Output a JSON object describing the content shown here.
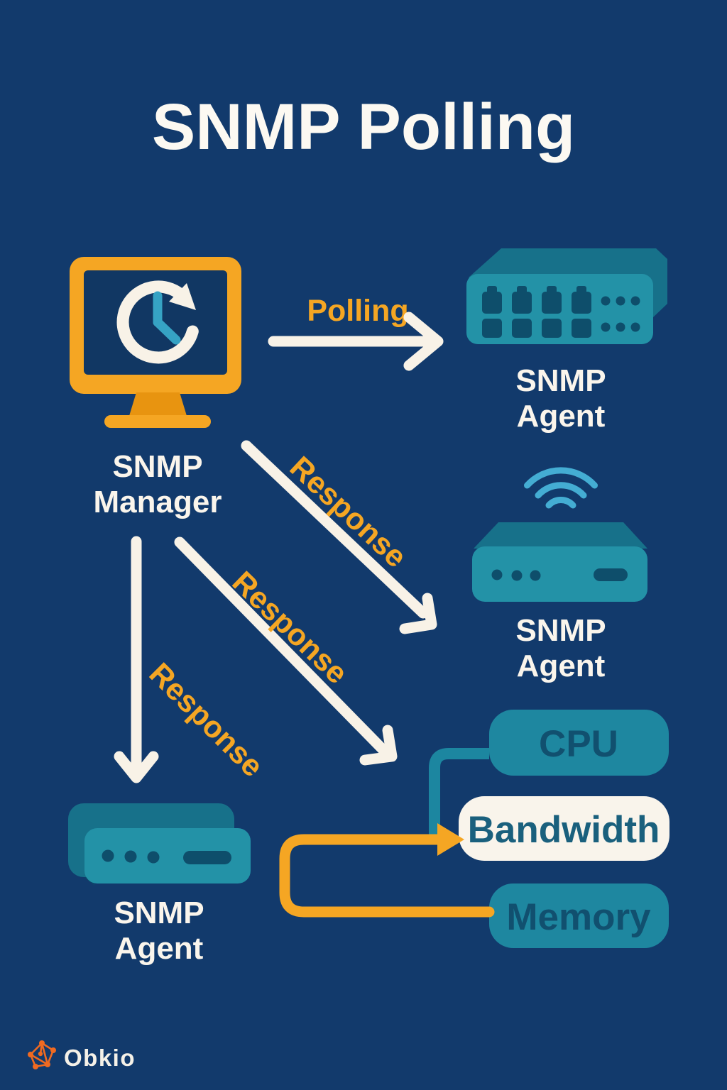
{
  "title": "SNMP Polling",
  "nodes": {
    "manager": {
      "label_line1": "SNMP",
      "label_line2": "Manager",
      "icon": "monitor-history-clock-icon"
    },
    "agent_top": {
      "label_line1": "SNMP",
      "label_line2": "Agent",
      "icon": "network-switch-icon"
    },
    "agent_middle": {
      "label_line1": "SNMP",
      "label_line2": "Agent",
      "icon": "wireless-router-icon"
    },
    "agent_bottom": {
      "label_line1": "SNMP",
      "label_line2": "Agent",
      "icon": "router-icon"
    }
  },
  "arrows": {
    "polling": {
      "label": "Polling",
      "from": "manager",
      "to": "agent_top"
    },
    "response_1": {
      "label": "Response",
      "from": "manager",
      "to": "agent_middle"
    },
    "response_2": {
      "label": "Response",
      "from": "manager",
      "to": "metrics"
    },
    "response_3": {
      "label": "Response",
      "from": "manager",
      "to": "agent_bottom"
    }
  },
  "metrics": {
    "cpu_label": "CPU",
    "bandwidth_label": "Bandwidth",
    "memory_label": "Memory"
  },
  "footer": {
    "brand_name": "Obkio"
  },
  "colors": {
    "background": "#123A6C",
    "orange": "#F5A623",
    "orange_deep": "#E89410",
    "cream_arrow": "#F8F2E7",
    "teal_body": "#2392A7",
    "teal_dark": "#17718A",
    "teal_deep": "#0E4E6B",
    "pill_teal": "#1E87A0",
    "pill_text": "#11506F",
    "bandwidth_pill": "#F9F4EB",
    "wifi_blue": "#44ADD3",
    "clock_hand": "#36A3C4",
    "brand_orange": "#F06A21",
    "text_white": "#FCF9F2"
  }
}
